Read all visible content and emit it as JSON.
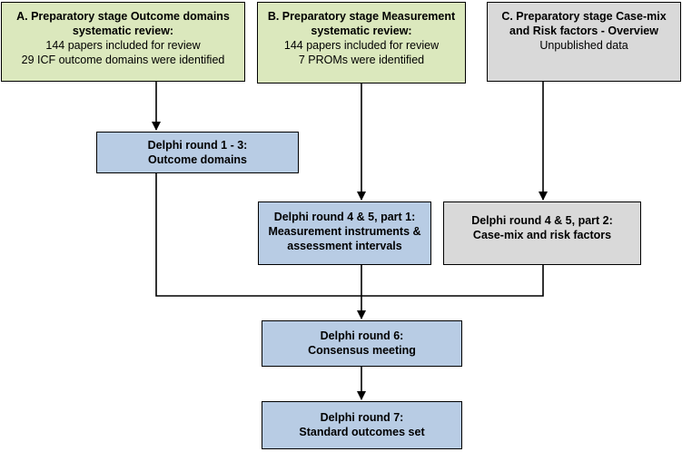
{
  "boxes": {
    "a": {
      "title": [
        "A.  Preparatory stage Outcome domains",
        "systematic review:"
      ],
      "lines": [
        "144 papers included for review",
        "29 ICF outcome domains were identified"
      ]
    },
    "b": {
      "title": [
        "B.   Preparatory stage Measurement",
        "systematic review:"
      ],
      "lines": [
        "144 papers included for review",
        "7 PROMs were identified"
      ]
    },
    "c": {
      "title": [
        "C.   Preparatory stage  Case-mix",
        "and Risk factors - Overview"
      ],
      "lines": [
        "Unpublished data"
      ]
    },
    "d1": {
      "title": [
        "Delphi round 1 - 3:",
        "Outcome domains"
      ]
    },
    "d45a": {
      "title": [
        "Delphi round 4 & 5, part 1:",
        "Measurement instruments &",
        "assessment intervals"
      ]
    },
    "d45b": {
      "title": [
        "Delphi round 4 & 5, part 2:",
        "Case-mix and risk factors"
      ]
    },
    "d6": {
      "title": [
        "Delphi round 6:",
        "Consensus meeting"
      ]
    },
    "d7": {
      "title": [
        "Delphi round 7:",
        "Standard outcomes set"
      ]
    }
  }
}
